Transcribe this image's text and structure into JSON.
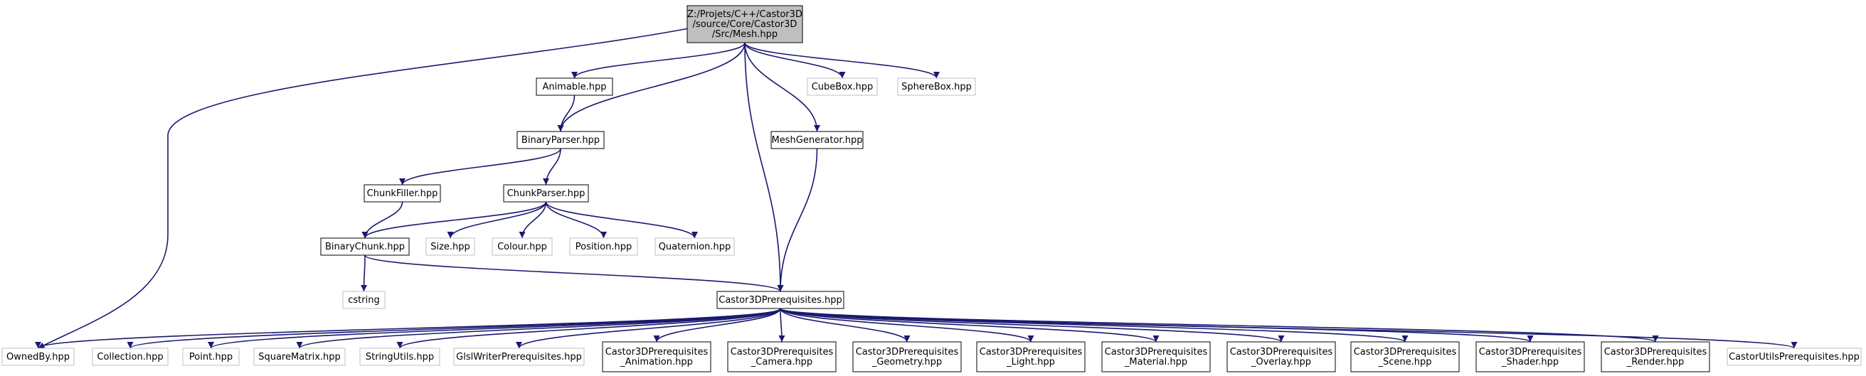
{
  "diagram": {
    "title": "Z:/Projets/C++/Castor3D/source/Core/Castor3D/Src/Mesh.hpp include dependency graph",
    "colors": {
      "edge": "#191970",
      "root_fill": "#bfbfbf",
      "node_fill": "#ffffff",
      "node_border": "#000000",
      "missing_border": "#bfbfbf"
    },
    "nodes": [
      {
        "id": "mesh",
        "lines": [
          "Z:/Projets/C++/Castor3D",
          "/source/Core/Castor3D",
          "/Src/Mesh.hpp"
        ],
        "style": "root"
      },
      {
        "id": "animable",
        "lines": [
          "Animable.hpp"
        ],
        "style": "normal"
      },
      {
        "id": "cubebox",
        "lines": [
          "CubeBox.hpp"
        ],
        "style": "missing"
      },
      {
        "id": "spherebox",
        "lines": [
          "SphereBox.hpp"
        ],
        "style": "missing"
      },
      {
        "id": "binaryparser",
        "lines": [
          "BinaryParser.hpp"
        ],
        "style": "normal"
      },
      {
        "id": "meshgenerator",
        "lines": [
          "MeshGenerator.hpp"
        ],
        "style": "normal"
      },
      {
        "id": "chunkfiller",
        "lines": [
          "ChunkFiller.hpp"
        ],
        "style": "normal"
      },
      {
        "id": "chunkparser",
        "lines": [
          "ChunkParser.hpp"
        ],
        "style": "normal"
      },
      {
        "id": "binarychunk",
        "lines": [
          "BinaryChunk.hpp"
        ],
        "style": "normal"
      },
      {
        "id": "size",
        "lines": [
          "Size.hpp"
        ],
        "style": "missing"
      },
      {
        "id": "colour",
        "lines": [
          "Colour.hpp"
        ],
        "style": "missing"
      },
      {
        "id": "position",
        "lines": [
          "Position.hpp"
        ],
        "style": "missing"
      },
      {
        "id": "quaternion",
        "lines": [
          "Quaternion.hpp"
        ],
        "style": "missing"
      },
      {
        "id": "cstring",
        "lines": [
          "cstring"
        ],
        "style": "missing"
      },
      {
        "id": "prereq",
        "lines": [
          "Castor3DPrerequisites.hpp"
        ],
        "style": "normal"
      },
      {
        "id": "ownedby",
        "lines": [
          "OwnedBy.hpp"
        ],
        "style": "missing"
      },
      {
        "id": "collection",
        "lines": [
          "Collection.hpp"
        ],
        "style": "missing"
      },
      {
        "id": "point",
        "lines": [
          "Point.hpp"
        ],
        "style": "missing"
      },
      {
        "id": "squarematrix",
        "lines": [
          "SquareMatrix.hpp"
        ],
        "style": "missing"
      },
      {
        "id": "stringutils",
        "lines": [
          "StringUtils.hpp"
        ],
        "style": "missing"
      },
      {
        "id": "glslwriter",
        "lines": [
          "GlslWriterPrerequisites.hpp"
        ],
        "style": "missing"
      },
      {
        "id": "p_animation",
        "lines": [
          "Castor3DPrerequisites",
          "_Animation.hpp"
        ],
        "style": "normal"
      },
      {
        "id": "p_camera",
        "lines": [
          "Castor3DPrerequisites",
          "_Camera.hpp"
        ],
        "style": "normal"
      },
      {
        "id": "p_geometry",
        "lines": [
          "Castor3DPrerequisites",
          "_Geometry.hpp"
        ],
        "style": "normal"
      },
      {
        "id": "p_light",
        "lines": [
          "Castor3DPrerequisites",
          "_Light.hpp"
        ],
        "style": "normal"
      },
      {
        "id": "p_material",
        "lines": [
          "Castor3DPrerequisites",
          "_Material.hpp"
        ],
        "style": "normal"
      },
      {
        "id": "p_overlay",
        "lines": [
          "Castor3DPrerequisites",
          "_Overlay.hpp"
        ],
        "style": "normal"
      },
      {
        "id": "p_scene",
        "lines": [
          "Castor3DPrerequisites",
          "_Scene.hpp"
        ],
        "style": "normal"
      },
      {
        "id": "p_shader",
        "lines": [
          "Castor3DPrerequisites",
          "_Shader.hpp"
        ],
        "style": "normal"
      },
      {
        "id": "p_render",
        "lines": [
          "Castor3DPrerequisites",
          "_Render.hpp"
        ],
        "style": "normal"
      },
      {
        "id": "castorutils",
        "lines": [
          "CastorUtilsPrerequisites.hpp"
        ],
        "style": "missing"
      }
    ],
    "edges": [
      [
        "mesh",
        "animable"
      ],
      [
        "mesh",
        "binaryparser"
      ],
      [
        "mesh",
        "cubebox"
      ],
      [
        "mesh",
        "spherebox"
      ],
      [
        "mesh",
        "meshgenerator"
      ],
      [
        "mesh",
        "prereq"
      ],
      [
        "mesh",
        "ownedby"
      ],
      [
        "animable",
        "binaryparser"
      ],
      [
        "binaryparser",
        "chunkfiller"
      ],
      [
        "binaryparser",
        "chunkparser"
      ],
      [
        "chunkfiller",
        "binarychunk"
      ],
      [
        "chunkparser",
        "binarychunk"
      ],
      [
        "chunkparser",
        "size"
      ],
      [
        "chunkparser",
        "colour"
      ],
      [
        "chunkparser",
        "position"
      ],
      [
        "chunkparser",
        "quaternion"
      ],
      [
        "binarychunk",
        "cstring"
      ],
      [
        "binarychunk",
        "prereq"
      ],
      [
        "meshgenerator",
        "prereq"
      ],
      [
        "prereq",
        "ownedby"
      ],
      [
        "prereq",
        "collection"
      ],
      [
        "prereq",
        "point"
      ],
      [
        "prereq",
        "squarematrix"
      ],
      [
        "prereq",
        "stringutils"
      ],
      [
        "prereq",
        "glslwriter"
      ],
      [
        "prereq",
        "p_animation"
      ],
      [
        "prereq",
        "p_camera"
      ],
      [
        "prereq",
        "p_geometry"
      ],
      [
        "prereq",
        "p_light"
      ],
      [
        "prereq",
        "p_material"
      ],
      [
        "prereq",
        "p_overlay"
      ],
      [
        "prereq",
        "p_scene"
      ],
      [
        "prereq",
        "p_shader"
      ],
      [
        "prereq",
        "p_render"
      ],
      [
        "prereq",
        "castorutils"
      ]
    ]
  }
}
